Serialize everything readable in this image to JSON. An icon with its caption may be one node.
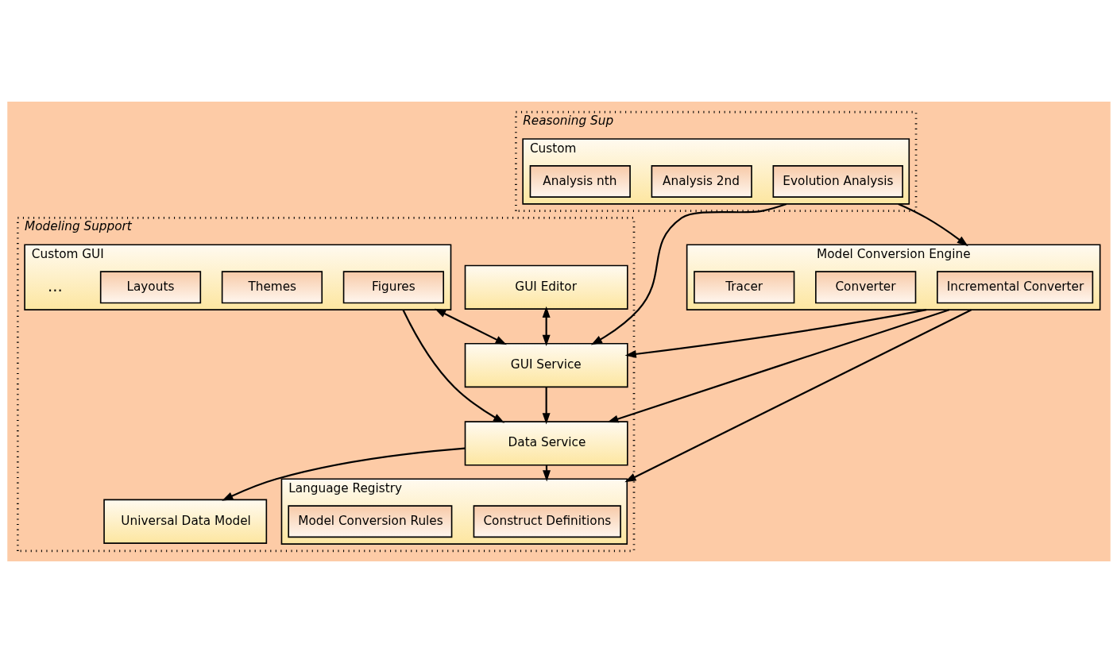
{
  "diagram": {
    "nodes": [
      {
        "text": [
          "Modeling Support"
        ]
      },
      {
        "text": [
          "GUI Editor"
        ],
        "in": 0
      },
      {
        "text": [
          "GUI Service"
        ],
        "in": 0
      },
      {
        "text": [
          "Custom GUI"
        ],
        "in": 0
      },
      {
        "text": [
          "Figures"
        ],
        "in": 3
      },
      {
        "text": [
          "Themes"
        ],
        "in": 3
      },
      {
        "text": [
          "Layouts"
        ],
        "in": 3
      },
      {
        "text": [
          "Data Service"
        ],
        "in": 0
      },
      {
        "text": [
          "Universal Data Model"
        ],
        "in": 0
      },
      {
        "text": [
          "Language Registry"
        ],
        "in": 0
      },
      {
        "text": [
          "Construct Definitions"
        ],
        "in": 9
      },
      {
        "text": [
          "Model Conversion Rules"
        ],
        "in": 9
      },
      {
        "text": [
          "Model Conversion Engine"
        ]
      },
      {
        "text": [
          "Incremental Converter"
        ],
        "in": 12
      },
      {
        "text": [
          "Converter"
        ],
        "in": 12
      },
      {
        "text": [
          "Tracer"
        ],
        "in": 12
      },
      {
        "text": [
          "Reasoning Sup"
        ]
      },
      {
        "text": [
          "Custom"
        ],
        "in": 16
      },
      {
        "text": [
          "Evolution Analysis"
        ],
        "in": 17
      },
      {
        "text": [
          "Analysis 2nd"
        ],
        "in": 17
      },
      {
        "text": [
          "Analysis nth"
        ],
        "in": 17
      }
    ],
    "edges": [
      {
        "from": 1,
        "to": 2,
        "arrow": "both"
      },
      {
        "from": 3,
        "to": 2,
        "arrow": "both"
      },
      {
        "from": 3,
        "to": 7,
        "arrow": "to"
      },
      {
        "from": 2,
        "to": 7,
        "arrow": "to"
      },
      {
        "from": 7,
        "to": 8,
        "arrow": "to"
      },
      {
        "from": 7,
        "to": 9,
        "arrow": "to"
      },
      {
        "from": 12,
        "to": 2,
        "arrow": "to"
      },
      {
        "from": 12,
        "to": 7,
        "arrow": "to"
      },
      {
        "from": 12,
        "to": 9,
        "arrow": "to"
      },
      {
        "from": 17,
        "to": 2,
        "arrow": "to"
      },
      {
        "from": 17,
        "to": 12,
        "arrow": "to"
      }
    ],
    "labels": [
      "..."
    ]
  }
}
